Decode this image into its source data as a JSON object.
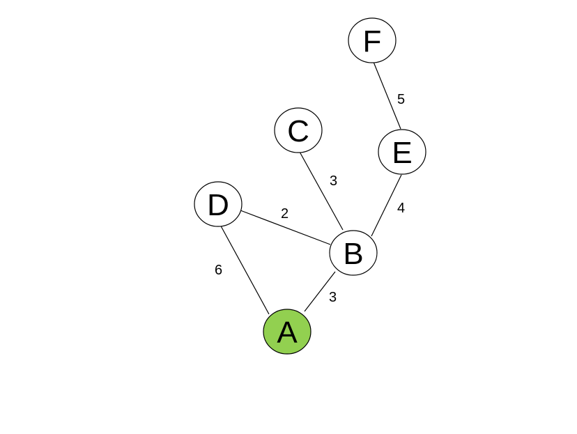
{
  "graph": {
    "colors": {
      "node_fill": "#ffffff",
      "highlight_fill": "#92d050",
      "stroke": "#000000"
    },
    "nodes": [
      {
        "id": "A",
        "label": "A",
        "highlighted": true
      },
      {
        "id": "B",
        "label": "B",
        "highlighted": false
      },
      {
        "id": "C",
        "label": "C",
        "highlighted": false
      },
      {
        "id": "D",
        "label": "D",
        "highlighted": false
      },
      {
        "id": "E",
        "label": "E",
        "highlighted": false
      },
      {
        "id": "F",
        "label": "F",
        "highlighted": false
      }
    ],
    "edges": [
      {
        "from": "D",
        "to": "A",
        "weight": "6"
      },
      {
        "from": "A",
        "to": "B",
        "weight": "3"
      },
      {
        "from": "D",
        "to": "B",
        "weight": "2"
      },
      {
        "from": "C",
        "to": "B",
        "weight": "3"
      },
      {
        "from": "B",
        "to": "E",
        "weight": "4"
      },
      {
        "from": "E",
        "to": "F",
        "weight": "5"
      }
    ]
  }
}
